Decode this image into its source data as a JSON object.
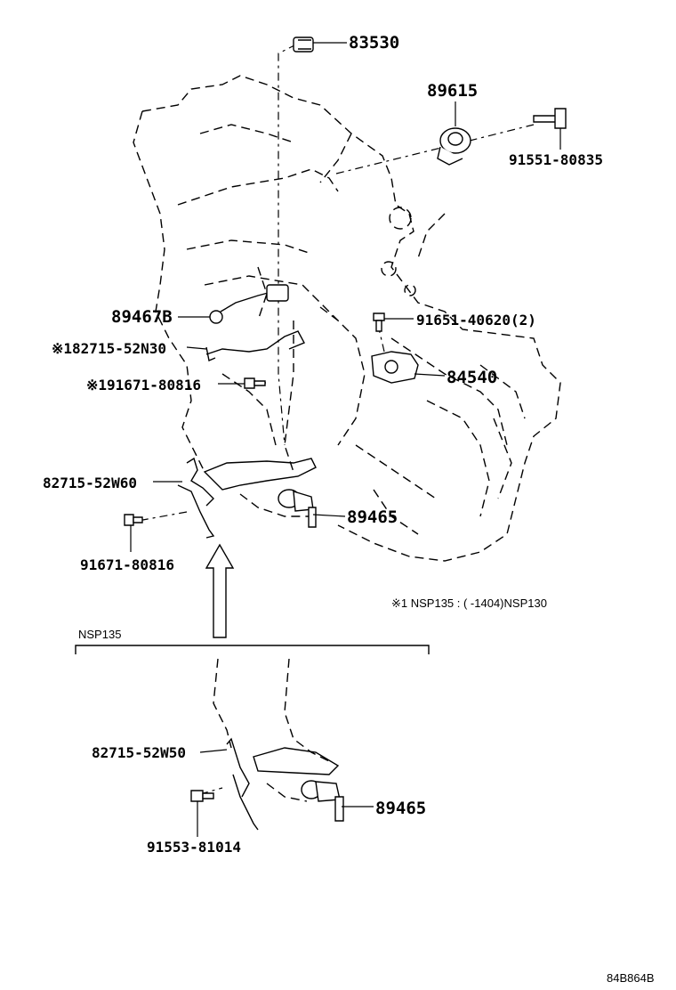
{
  "labels": {
    "p83530": "83530",
    "p89615": "89615",
    "p91551": "91551-80835",
    "p89467b": "89467B",
    "p91651": "91651-40620(2)",
    "p82715_n30": "※182715-52N30",
    "p84540": "84540",
    "p91671_a": "※191671-80816",
    "p82715_w60": "82715-52W60",
    "p89465_a": "89465",
    "p91671_b": "91671-80816",
    "p82715_w50": "82715-52W50",
    "p89465_b": "89465",
    "p91553": "91553-81014"
  },
  "note": "※1 NSP135 : (      -1404)NSP130",
  "variant_label": "NSP135",
  "diagram_code": "84B864B"
}
